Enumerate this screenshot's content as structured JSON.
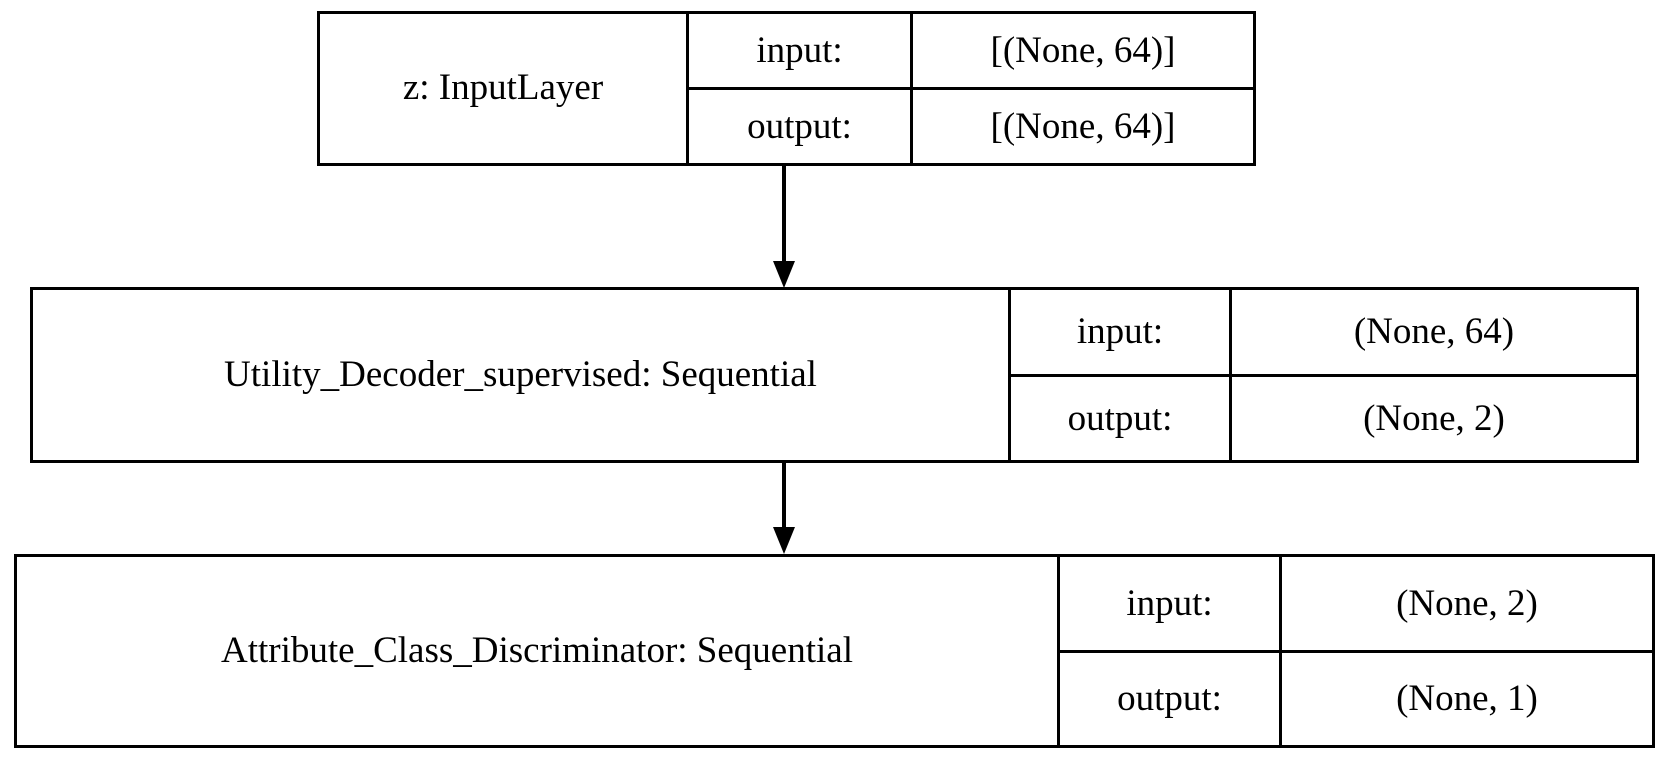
{
  "diagram": {
    "title": "Keras model architecture graph",
    "background_color": "#ffffff",
    "line_color": "#000000",
    "io_keys": {
      "input": "input:",
      "output": "output:"
    },
    "nodes": [
      {
        "id": "z-input-layer",
        "label": "z: InputLayer",
        "input_key": "input:",
        "input_shape": "[(None, 64)]",
        "output_key": "output:",
        "output_shape": "[(None, 64)]"
      },
      {
        "id": "utility-decoder-supervised",
        "label": "Utility_Decoder_supervised: Sequential",
        "input_key": "input:",
        "input_shape": "(None, 64)",
        "output_key": "output:",
        "output_shape": "(None, 2)"
      },
      {
        "id": "attribute-class-discriminator",
        "label": "Attribute_Class_Discriminator: Sequential",
        "input_key": "input:",
        "input_shape": "(None, 2)",
        "output_key": "output:",
        "output_shape": "(None, 1)"
      }
    ],
    "edges": [
      {
        "id": "edge-1",
        "from": "z-input-layer",
        "to": "utility-decoder-supervised"
      },
      {
        "id": "edge-2",
        "from": "utility-decoder-supervised",
        "to": "attribute-class-discriminator"
      }
    ]
  }
}
